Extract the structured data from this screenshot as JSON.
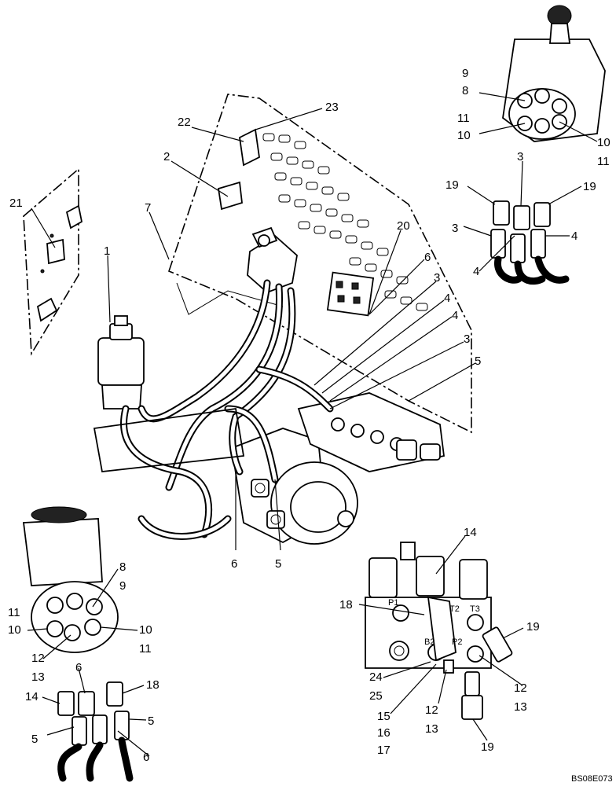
{
  "drawing_code": "BS08E073",
  "callouts": {
    "c1": "1",
    "c2": "2",
    "c3a": "3",
    "c3b": "3",
    "c4a": "4",
    "c4b": "4",
    "c5a": "5",
    "c5b": "5",
    "c6a": "6",
    "c6b": "6",
    "c7": "7",
    "c20": "20",
    "c21": "21",
    "c22": "22",
    "c23": "23",
    "tr9": "9",
    "tr8": "8",
    "tr11a": "11",
    "tr10a": "10",
    "tr10b": "10",
    "tr11b": "11",
    "tr19a": "19",
    "tr3a": "3",
    "tr19b": "19",
    "tr3b": "3",
    "tr4a": "4",
    "tr4b": "4",
    "bl8": "8",
    "bl9": "9",
    "bl11a": "11",
    "bl10a": "10",
    "bl10b": "10",
    "bl11b": "11",
    "bl12": "12",
    "bl13": "13",
    "bl6": "6",
    "bl18": "18",
    "bl14": "14",
    "bl5a": "5",
    "bl5b": "5",
    "bl6b": "6",
    "br14": "14",
    "br18": "18",
    "br19a": "19",
    "br24": "24",
    "br25": "25",
    "br12a": "12",
    "br13a": "13",
    "br12b": "12",
    "br13b": "13",
    "br15": "15",
    "br16": "16",
    "br17": "17",
    "br19b": "19"
  },
  "port_labels": {
    "t2": "T2",
    "t3": "T3",
    "p1": "P1",
    "b2": "B2",
    "p2": "P2"
  }
}
